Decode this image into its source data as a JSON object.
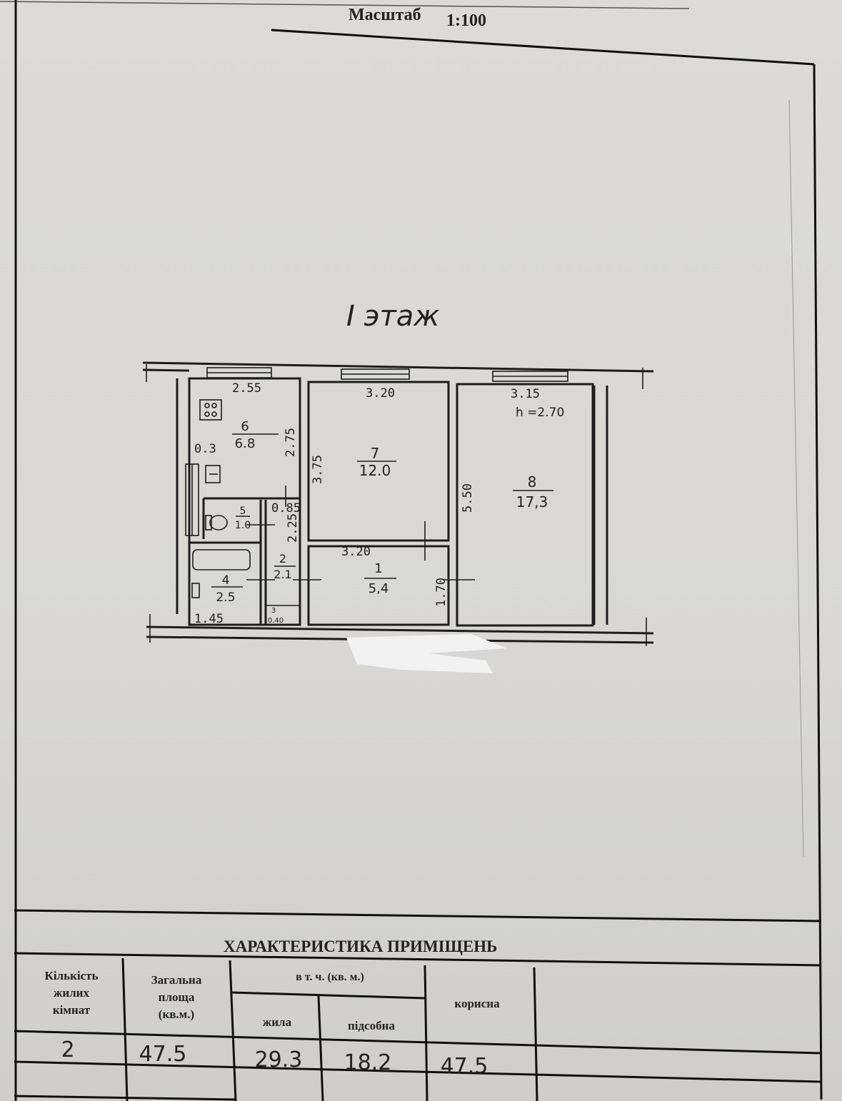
{
  "header": {
    "scale_label": "Масштаб",
    "scale_value": "1:100"
  },
  "floor_label": "I этаж",
  "ceiling_height": "h =2.70",
  "rooms": [
    {
      "number": "1",
      "area": "5,4"
    },
    {
      "number": "2",
      "area": "2.1"
    },
    {
      "number": "3",
      "area": "0.40"
    },
    {
      "number": "4",
      "area": "2.5"
    },
    {
      "number": "5",
      "area": "1.0"
    },
    {
      "number": "6",
      "area": "6.8"
    },
    {
      "number": "7",
      "area": "12.0"
    },
    {
      "number": "8",
      "area": "17,3"
    }
  ],
  "dimensions": {
    "kitchen_width": "2.55",
    "kitchen_depth": "2.75",
    "kitchen_offset": "0.3",
    "room7_width": "3.20",
    "room7_depth": "3.75",
    "room8_width": "3.15",
    "room8_depth": "5.50",
    "room1_width": "3.20",
    "room1_depth": "1.70",
    "corridor_width": "0.85",
    "corridor_length": "2.25",
    "bath_width": "1.45"
  },
  "table": {
    "title": "ХАРАКТЕРИСТИКА ПРИМІЩЕНЬ",
    "headers": {
      "rooms_count": [
        "Кількість",
        "жилих",
        "кімнат"
      ],
      "total_area": [
        "Загальна",
        "площа",
        "(кв.м.)"
      ],
      "including": "в т. ч. (кв. м.)",
      "living": "жила",
      "auxiliary": "підсобна",
      "useful": "корисна"
    },
    "row": {
      "rooms_count": "2",
      "total_area": "47.5",
      "living": "29.3",
      "auxiliary": "18.2",
      "useful": "47.5"
    }
  }
}
